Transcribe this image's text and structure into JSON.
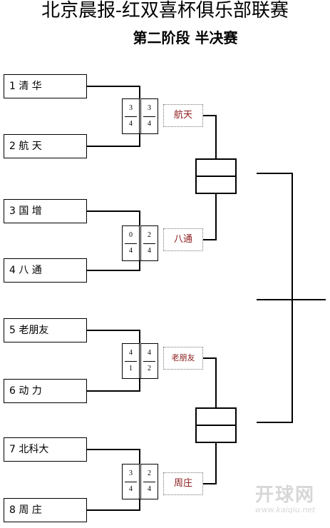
{
  "title": "北京晨报-红双喜杯俱乐部联赛",
  "subtitle": "第二阶段  半决赛",
  "teams": [
    {
      "label": "1 清  华"
    },
    {
      "label": "2 航  天"
    },
    {
      "label": "3 国  增"
    },
    {
      "label": "4 八  通"
    },
    {
      "label": "5 老朋友"
    },
    {
      "label": "6 动  力"
    },
    {
      "label": "7 北科大"
    },
    {
      "label": "8 周  庄"
    }
  ],
  "matches": [
    {
      "left_top": "3",
      "left_bottom": "4",
      "right_top": "3",
      "right_bottom": "4",
      "winner": "航天"
    },
    {
      "left_top": "0",
      "left_bottom": "4",
      "right_top": "2",
      "right_bottom": "4",
      "winner": "八通"
    },
    {
      "left_top": "4",
      "left_bottom": "1",
      "right_top": "4",
      "right_bottom": "2",
      "winner": "老朋友"
    },
    {
      "left_top": "3",
      "left_bottom": "4",
      "right_top": "2",
      "right_bottom": "4",
      "winner": "周庄"
    }
  ],
  "watermark": {
    "main": "开球网",
    "url": "www.kaiqiu.net"
  }
}
